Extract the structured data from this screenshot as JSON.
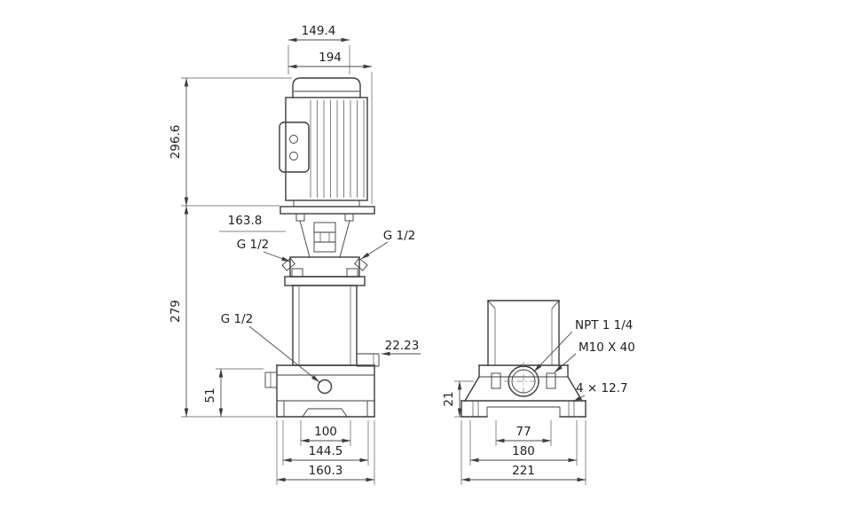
{
  "colors": {
    "line": "#3b3b3b",
    "background": "#ffffff"
  },
  "front_view": {
    "dim_top_width": "149.4",
    "dim_motor_width": "194",
    "dim_motor_height": "296.6",
    "dim_mid": "163.8",
    "dim_pump_height": "279",
    "label_port_top_left": "G 1/2",
    "label_port_top_right": "G 1/2",
    "label_drain_port": "G 1/2",
    "dim_port": "22.23",
    "dim_base_height": "51",
    "dim_bolt_span": "100",
    "dim_foot_span": "144.5",
    "dim_base_width": "160.3"
  },
  "side_view": {
    "label_discharge_port": "NPT 1 1/4",
    "label_bolt": "M10 X 40",
    "label_slot": "4 × 12.7",
    "dim_foot_height": "21",
    "dim_port_span": "77",
    "dim_foot_span": "180",
    "dim_base_width": "221"
  }
}
